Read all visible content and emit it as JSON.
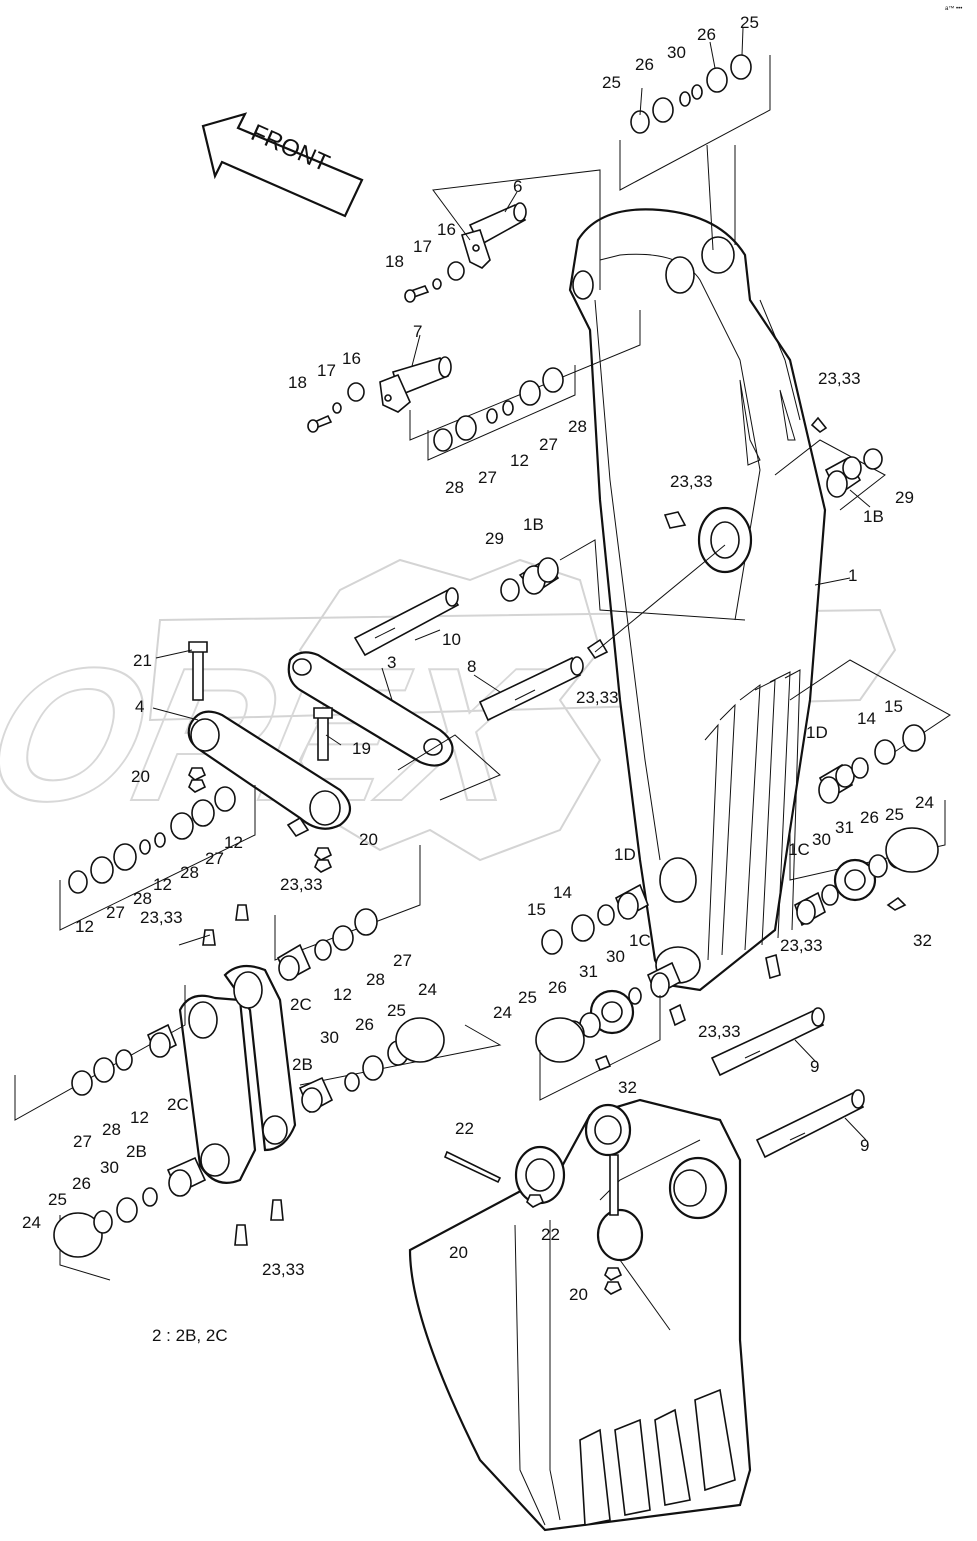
{
  "diagram": {
    "direction_label": "FRONT",
    "corner_mark": "a™ •••",
    "footnote": "2 : 2B, 2C",
    "watermark": "OPEX",
    "callouts": {
      "c1": "1",
      "c1B_top": "1B",
      "c1B_mid": "1B",
      "c1D_right": "1D",
      "c1D_mid": "1D",
      "c1C_right": "1C",
      "c1C_mid": "1C",
      "c3": "3",
      "c4": "4",
      "c6": "6",
      "c7": "7",
      "c8": "8",
      "c9_a": "9",
      "c9_b": "9",
      "c10": "10",
      "c12_a": "12",
      "c12_b": "12",
      "c12_c": "12",
      "c12_d": "12",
      "c12_e": "12",
      "c12_f": "12",
      "c14_r": "14",
      "c14_m": "14",
      "c15_r": "15",
      "c15_m": "15",
      "c16_a": "16",
      "c16_b": "16",
      "c17_a": "17",
      "c17_b": "17",
      "c18_a": "18",
      "c18_b": "18",
      "c19": "19",
      "c20_a": "20",
      "c20_b": "20",
      "c20_c": "20",
      "c20_d": "20",
      "c21": "21",
      "c22_a": "22",
      "c22_b": "22",
      "c2333_a": "23,33",
      "c2333_b": "23,33",
      "c2333_c": "23,33",
      "c2333_d": "23,33",
      "c2333_e": "23,33",
      "c2333_f": "23,33",
      "c2333_g": "23,33",
      "c2333_h": "23,33",
      "c24_a": "24",
      "c24_b": "24",
      "c24_c": "24",
      "c24_d": "24",
      "c25_a": "25",
      "c25_b": "25",
      "c25_c": "25",
      "c25_d": "25",
      "c25_e": "25",
      "c26_a": "26",
      "c26_b": "26",
      "c26_c": "26",
      "c26_d": "26",
      "c26_e": "26",
      "c27_a": "27",
      "c27_b": "27",
      "c27_c": "27",
      "c27_d": "27",
      "c27_e": "27",
      "c27_f": "27",
      "c28_a": "28",
      "c28_b": "28",
      "c28_c": "28",
      "c28_d": "28",
      "c28_e": "28",
      "c28_f": "28",
      "c29_a": "29",
      "c29_b": "29",
      "c2B_a": "2B",
      "c2B_b": "2B",
      "c2C_a": "2C",
      "c2C_b": "2C",
      "c30_a": "30",
      "c30_b": "30",
      "c30_c": "30",
      "c30_d": "30",
      "c30_e": "30",
      "c31_a": "31",
      "c31_b": "31",
      "c32_a": "32",
      "c32_b": "32"
    }
  }
}
